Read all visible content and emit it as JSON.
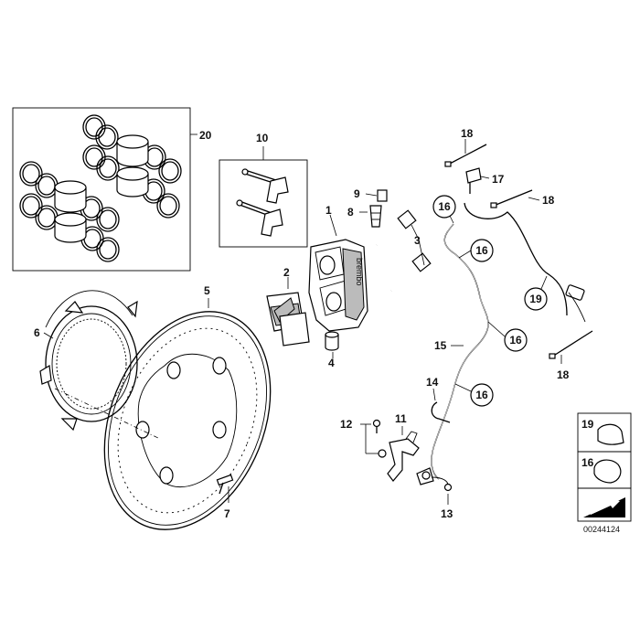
{
  "callouts": {
    "c1": "1",
    "c2": "2",
    "c3": "3",
    "c4": "4",
    "c5": "5",
    "c6": "6",
    "c7": "7",
    "c8": "8",
    "c9": "9",
    "c10": "10",
    "c11": "11",
    "c12": "12",
    "c13": "13",
    "c14": "14",
    "c15": "15",
    "c16a": "16",
    "c16b": "16",
    "c16c": "16",
    "c16d": "16",
    "c17": "17",
    "c18a": "18",
    "c18b": "18",
    "c18c": "18",
    "c19": "19",
    "c20": "20"
  },
  "legend": {
    "item1_number": "19",
    "item2_number": "16"
  },
  "caliper_brand": "brembo",
  "reference_number": "00244124"
}
